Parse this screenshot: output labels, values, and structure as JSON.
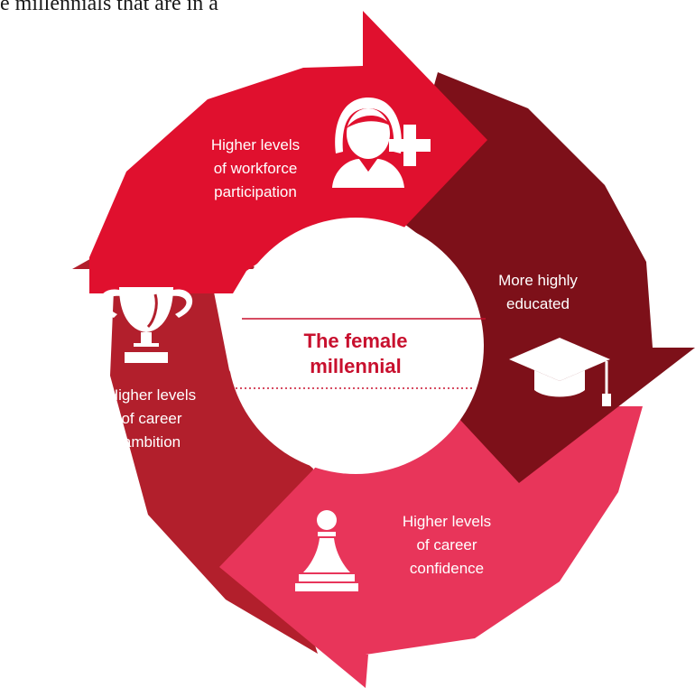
{
  "header": {
    "intro_text": "e millennials that are in a"
  },
  "diagram": {
    "center_label": {
      "line1": "The female",
      "line2": "millennial"
    },
    "segments": [
      {
        "id": "workforce",
        "lines": [
          "Higher levels",
          "of workforce",
          "participation"
        ],
        "icon": "woman-plus-icon",
        "color": "#e0102e"
      },
      {
        "id": "educated",
        "lines": [
          "More highly",
          "educated"
        ],
        "icon": "graduation-cap-icon",
        "color": "#7d1019"
      },
      {
        "id": "confidence",
        "lines": [
          "Higher levels",
          "of career",
          "confidence"
        ],
        "icon": "chess-pawn-icon",
        "color": "#e8355a"
      },
      {
        "id": "ambition",
        "lines": [
          "Higher levels",
          "of career",
          "ambition"
        ],
        "icon": "trophy-icon",
        "color": "#b21f2c"
      }
    ],
    "accent_color": "#c8102e"
  }
}
